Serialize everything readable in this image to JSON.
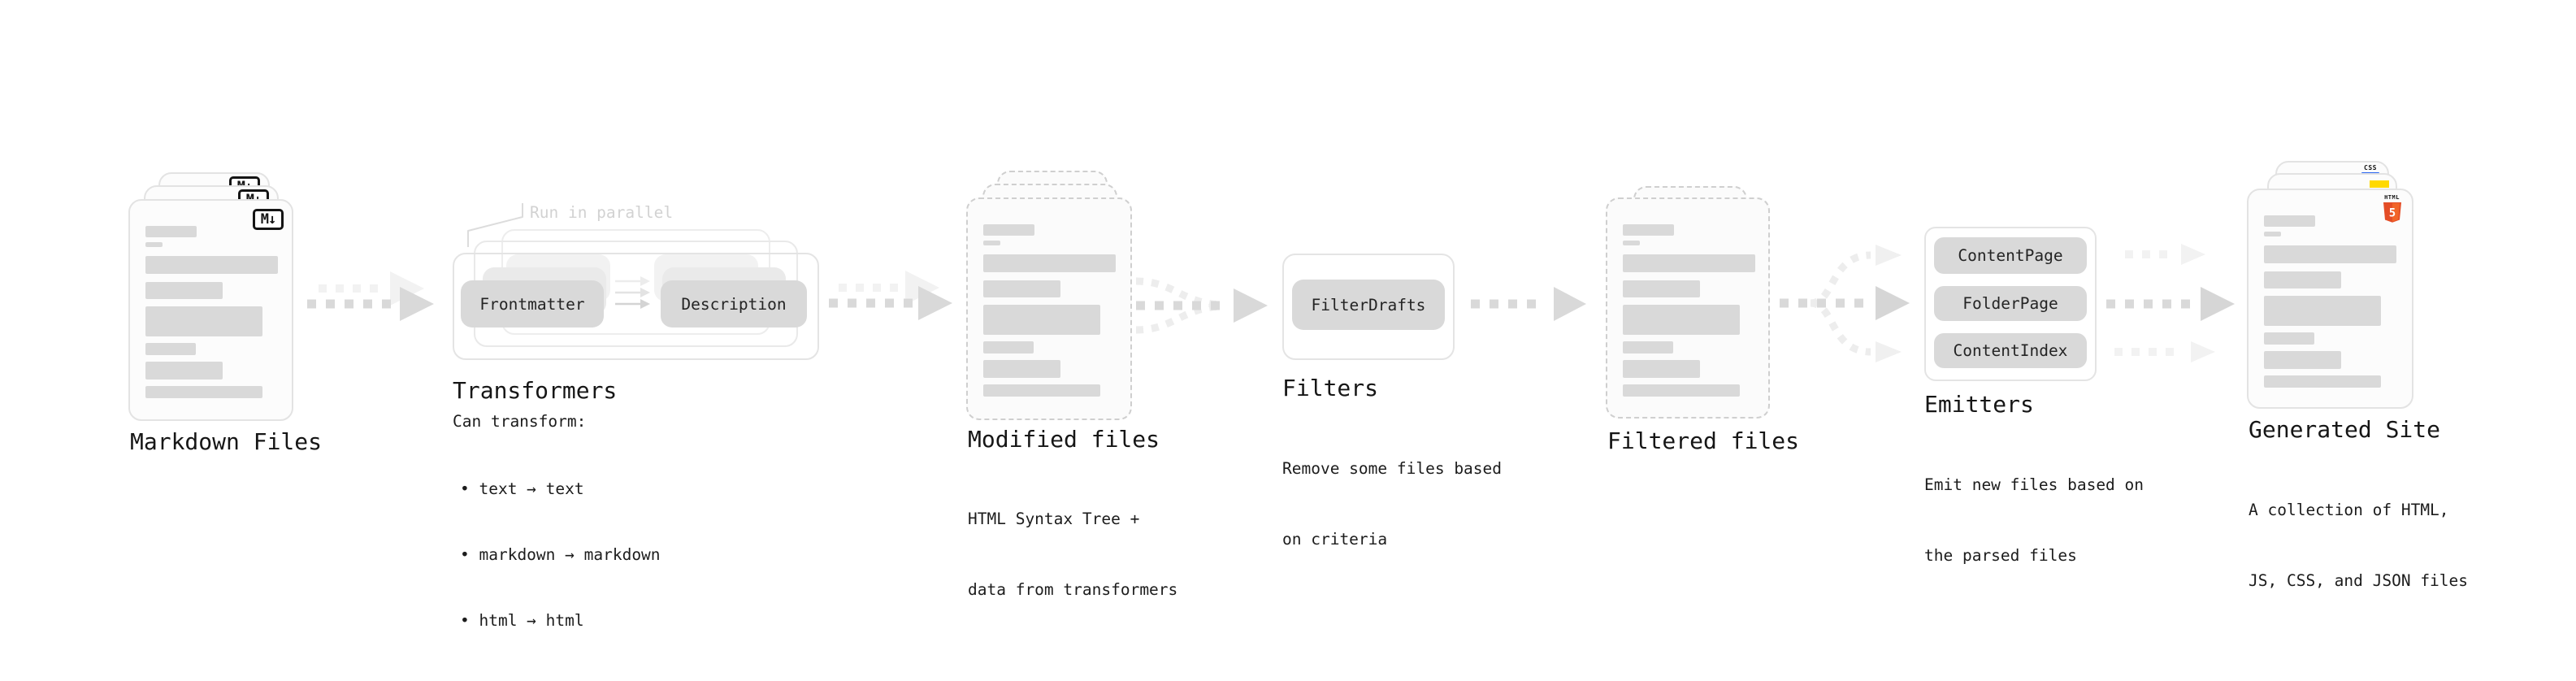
{
  "diagram": {
    "markdown_files": {
      "title": "Markdown Files",
      "file_icon": "M↓"
    },
    "transformers": {
      "annotation": "Run in parallel",
      "input_pill": "Frontmatter",
      "output_pill": "Description",
      "title": "Transformers",
      "caption_heading": "Can transform:",
      "bullets": [
        "• text → text",
        "• markdown → markdown",
        "• html → html"
      ]
    },
    "modified_files": {
      "title": "Modified files",
      "caption": [
        "HTML Syntax Tree +",
        "data from transformers"
      ]
    },
    "filters": {
      "pill": "FilterDrafts",
      "title": "Filters",
      "caption": [
        "Remove some files based",
        "on criteria"
      ]
    },
    "filtered_files": {
      "title": "Filtered files"
    },
    "emitters": {
      "pills": [
        "ContentPage",
        "FolderPage",
        "ContentIndex"
      ],
      "title": "Emitters",
      "caption": [
        "Emit new files based on",
        "the parsed files"
      ]
    },
    "generated_site": {
      "title": "Generated Site",
      "caption": [
        "A collection of HTML,",
        "JS, CSS, and JSON files"
      ],
      "css_badge": "CSS",
      "html_badge_label": "HTML",
      "html_badge_number": "5"
    }
  },
  "colors": {
    "html5_orange": "#e44d26",
    "html5_orange_light": "#f16529",
    "js_yellow": "#ffd900",
    "css_blue": "#2965f1",
    "bar_gray": "#d9d9d9",
    "arrow_gray": "#d9d9d9",
    "arrow_light": "#f2f2f2"
  }
}
